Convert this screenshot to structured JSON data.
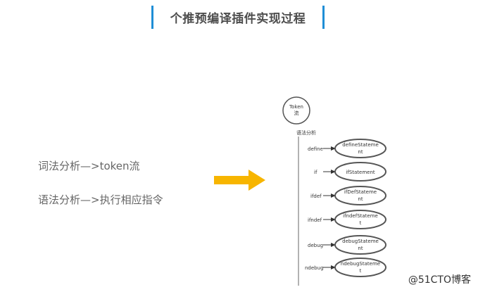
{
  "header": {
    "title": "个推预编译插件实现过程"
  },
  "left_text": {
    "line1": "词法分析—>token流",
    "line2": "语法分析—>执行相应指令"
  },
  "diagram": {
    "root_label_1": "Token",
    "root_label_2": "流",
    "branch_label": "语法分析",
    "items": [
      {
        "edge": "define",
        "node_lines": [
          "defineStateme",
          "nt"
        ]
      },
      {
        "edge": "if",
        "node_lines": [
          "ifStatement",
          ""
        ]
      },
      {
        "edge": "ifdef",
        "node_lines": [
          "ifDefStateme",
          "nt"
        ]
      },
      {
        "edge": "ifndef",
        "node_lines": [
          "ifndefStateme",
          "t"
        ]
      },
      {
        "edge": "debug",
        "node_lines": [
          "debugStateme",
          "nt"
        ]
      },
      {
        "edge": "ndebug",
        "node_lines": [
          "ndebugStateme",
          "t"
        ]
      }
    ]
  },
  "watermark": "@51CTO博客",
  "colors": {
    "title_border": "#1f8ed6",
    "arrow": "#f7b500",
    "node_border": "#555555"
  }
}
